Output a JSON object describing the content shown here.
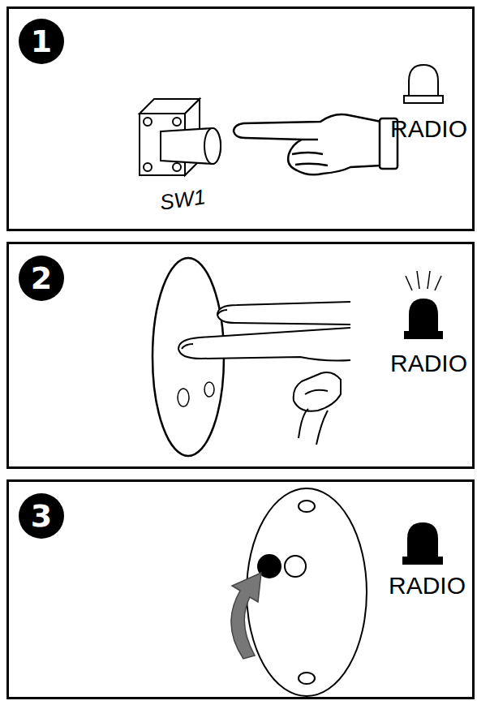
{
  "diagram": {
    "nodes": [
      {
        "text": [
          "RADIO",
          "SW1"
        ]
      },
      {
        "text": [
          "1"
        ],
        "in": 0
      },
      {
        "text": [
          "RADIO"
        ]
      },
      {
        "text": [
          "2"
        ],
        "in": 2
      },
      {
        "text": [
          "RADIO"
        ]
      },
      {
        "text": [
          "3"
        ],
        "in": 4
      }
    ]
  }
}
